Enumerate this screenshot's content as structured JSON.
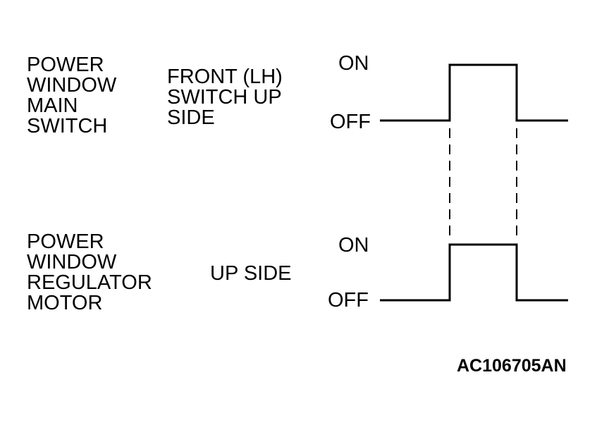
{
  "signals": [
    {
      "group_label": [
        "POWER",
        "WINDOW",
        "MAIN",
        "SWITCH"
      ],
      "sub_label": [
        "FRONT (LH)",
        "SWITCH UP",
        "SIDE"
      ],
      "on_label": "ON",
      "off_label": "OFF"
    },
    {
      "group_label": [
        "POWER",
        "WINDOW",
        "REGULATOR",
        "MOTOR"
      ],
      "sub_label": [
        "UP SIDE"
      ],
      "on_label": "ON",
      "off_label": "OFF"
    }
  ],
  "figure_code": "AC106705AN"
}
